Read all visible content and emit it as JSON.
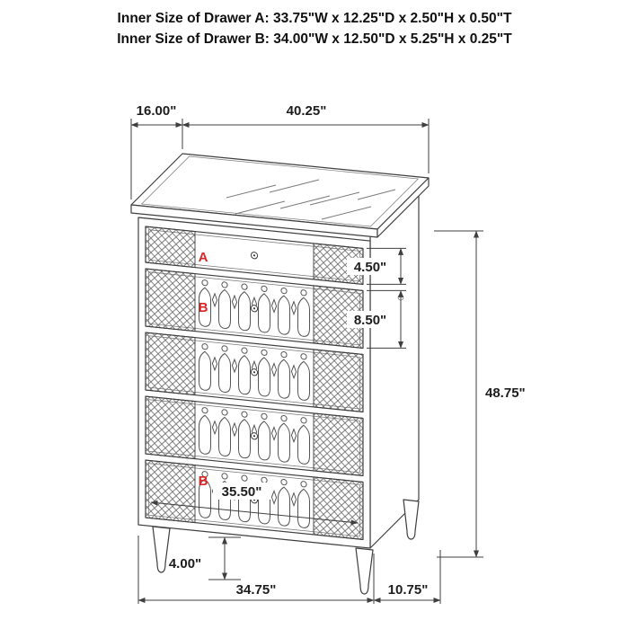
{
  "header": {
    "line1": "Inner Size of Drawer A: 33.75\"W x 12.25\"D x 2.50\"H x 0.50\"T",
    "line2": "Inner Size of Drawer B: 34.00\"W x 12.50\"D x 5.25\"H x 0.25\"T"
  },
  "dimensions": {
    "top_depth": "16.00\"",
    "top_width": "40.25\"",
    "drawer_a_front_height": "4.50\"",
    "drawer_b_front_height": "8.50\"",
    "total_height": "48.75\"",
    "inner_width": "35.50\"",
    "leg_height": "4.00\"",
    "base_width": "34.75\"",
    "base_depth": "10.75\""
  },
  "drawer_labels": {
    "a": "A",
    "b_top": "B",
    "b_bottom": "B"
  },
  "colors": {
    "line": "#3f3f3f",
    "accent_red": "#d62828",
    "background": "#ffffff"
  }
}
